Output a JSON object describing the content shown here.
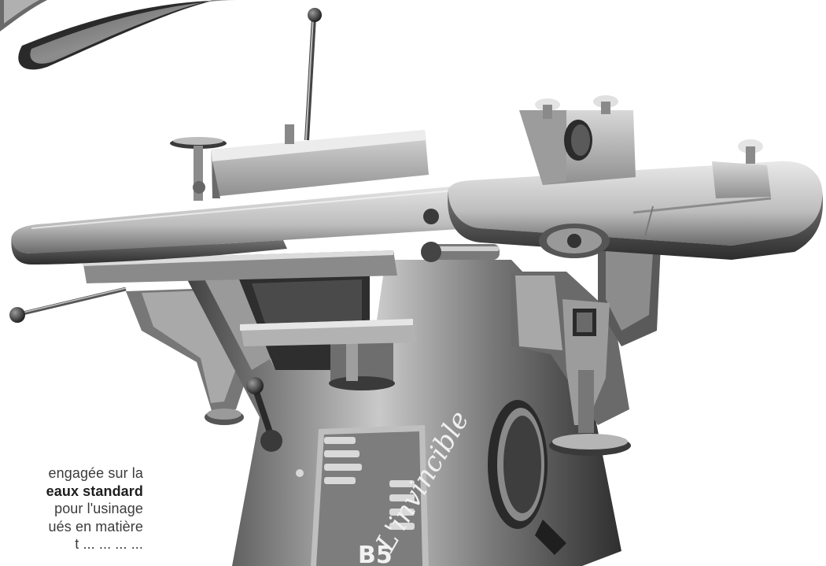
{
  "caption": {
    "line1": "engagée sur la",
    "line2_bold": "eaux standard",
    "line3": "pour l'usinage",
    "line4": "ués en matière",
    "line5": "t ... ... ... ..."
  },
  "logo_text": {
    "brand": "L'invincible",
    "model": "B5"
  }
}
